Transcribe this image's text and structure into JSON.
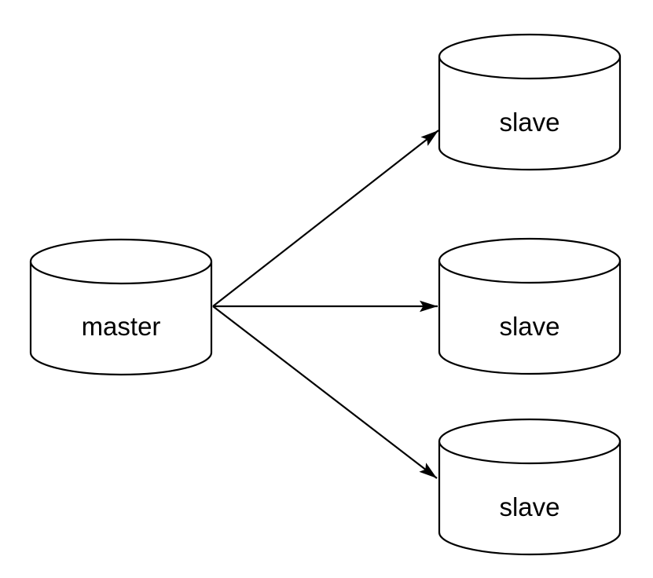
{
  "diagram": {
    "nodes": [
      {
        "id": "master",
        "label": "master",
        "shape": "database-cylinder"
      },
      {
        "id": "slave-top",
        "label": "slave",
        "shape": "database-cylinder"
      },
      {
        "id": "slave-middle",
        "label": "slave",
        "shape": "database-cylinder"
      },
      {
        "id": "slave-bottom",
        "label": "slave",
        "shape": "database-cylinder"
      }
    ],
    "edges": [
      {
        "from": "master",
        "to": "slave-top",
        "style": "solid",
        "arrowhead": "filled-triangle"
      },
      {
        "from": "master",
        "to": "slave-middle",
        "style": "solid",
        "arrowhead": "filled-triangle"
      },
      {
        "from": "master",
        "to": "slave-bottom",
        "style": "solid",
        "arrowhead": "filled-triangle"
      }
    ],
    "colors": {
      "stroke": "#000000",
      "node_fill": "#ffffff",
      "text": "#000000",
      "background": "#ffffff"
    }
  }
}
